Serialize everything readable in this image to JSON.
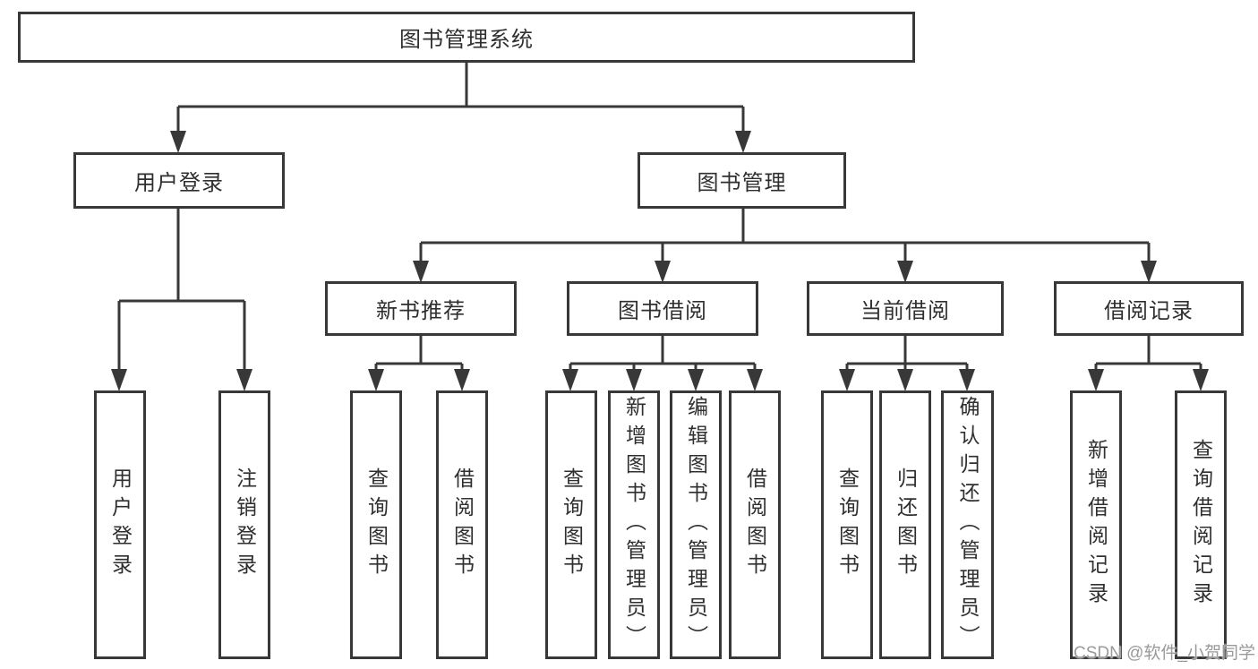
{
  "diagram": {
    "root": {
      "label": "图书管理系统"
    },
    "user_login": {
      "label": "用户登录",
      "children": [
        {
          "label": "用户登录"
        },
        {
          "label": "注销登录"
        }
      ]
    },
    "book_mgmt": {
      "label": "图书管理",
      "children": [
        {
          "label": "新书推荐",
          "children": [
            {
              "label": "查询图书"
            },
            {
              "label": "借阅图书"
            }
          ]
        },
        {
          "label": "图书借阅",
          "children": [
            {
              "label": "查询图书"
            },
            {
              "label": "新增图书（管理员）"
            },
            {
              "label": "编辑图书（管理员）"
            },
            {
              "label": "借阅图书"
            }
          ]
        },
        {
          "label": "当前借阅",
          "children": [
            {
              "label": "查询图书"
            },
            {
              "label": "归还图书"
            },
            {
              "label": "确认归还（管理员）"
            }
          ]
        },
        {
          "label": "借阅记录",
          "children": [
            {
              "label": "新增借阅记录"
            },
            {
              "label": "查询借阅记录"
            }
          ]
        }
      ]
    }
  },
  "watermark": {
    "text": "CSDN @软件_小贺同学"
  },
  "colors": {
    "line": "#383838",
    "text": "#2f2f2f",
    "background": "#ffffff",
    "watermark": "#9a9a9a"
  }
}
